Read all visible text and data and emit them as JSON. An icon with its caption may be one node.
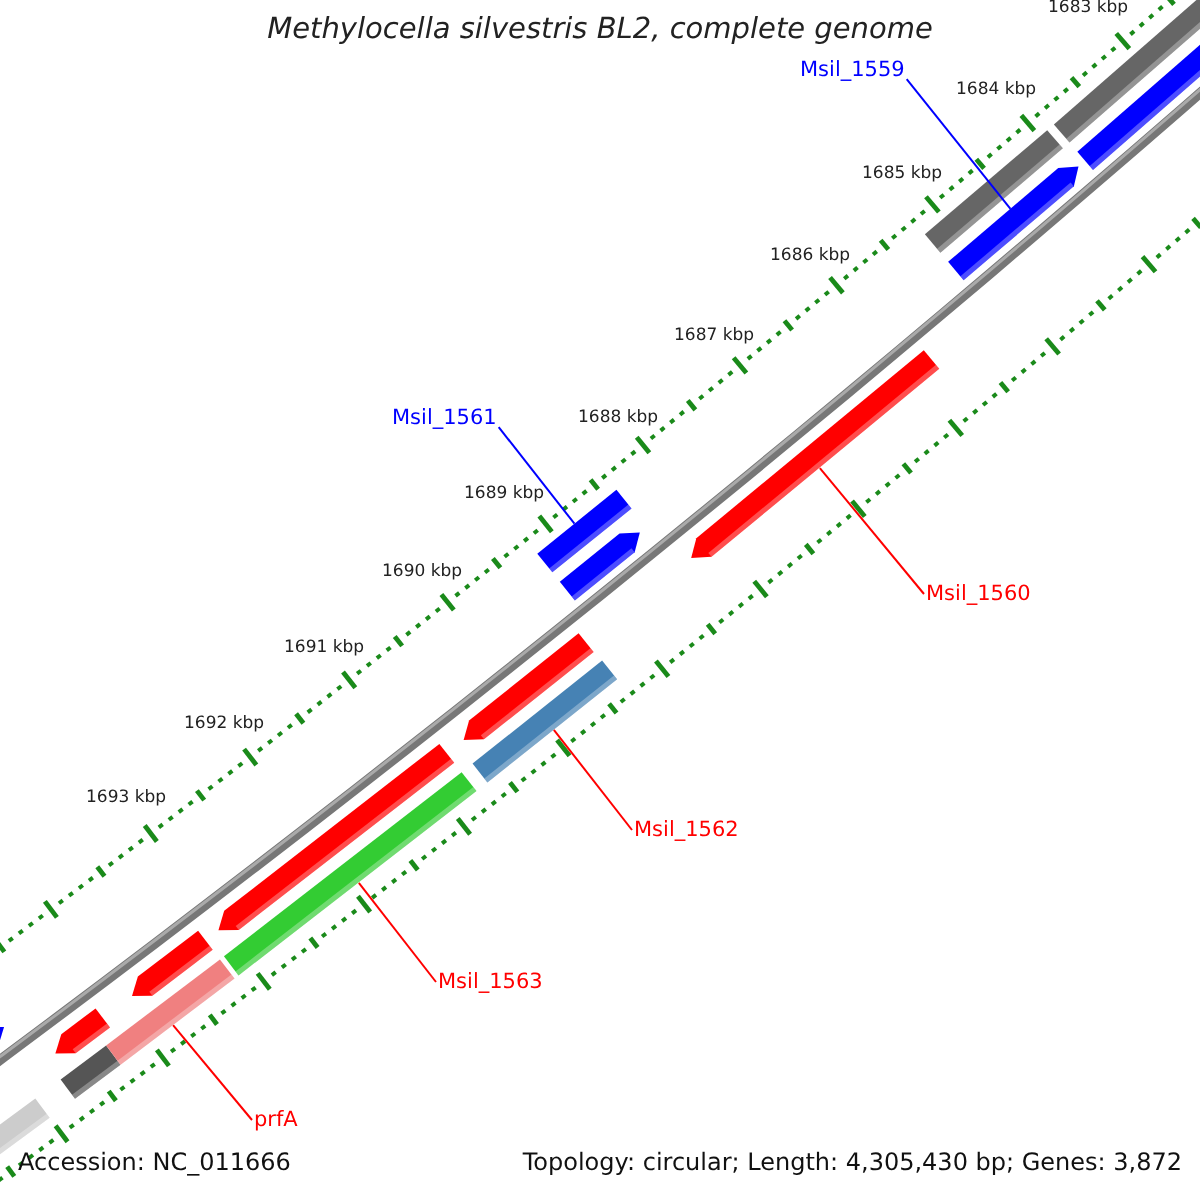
{
  "diagram": {
    "title": "Methylocella silvestris BL2, complete genome",
    "nodes": [
      {
        "text": [
          "Msil_1559"
        ]
      },
      {
        "text": [],
        "shape": "bar"
      },
      {
        "text": [
          "Msil_1561"
        ]
      },
      {
        "text": [],
        "shape": "bar"
      },
      {
        "text": [
          "Msil_1560"
        ]
      },
      {
        "text": [],
        "shape": "bar"
      },
      {
        "text": [
          "Msil_1562"
        ]
      },
      {
        "text": [],
        "shape": "bar"
      },
      {
        "text": [
          "Msil_1563"
        ]
      },
      {
        "text": [],
        "shape": "bar"
      },
      {
        "text": [
          "prfA"
        ]
      },
      {
        "text": [],
        "shape": "bar"
      }
    ],
    "edges": [
      {
        "from": 0,
        "to": 1,
        "arrow": "none",
        "color": "#0000ff"
      },
      {
        "from": 2,
        "to": 3,
        "arrow": "none",
        "color": "#0000ff"
      },
      {
        "from": 4,
        "to": 5,
        "arrow": "none"
      },
      {
        "from": 6,
        "to": 7,
        "arrow": "none"
      },
      {
        "from": 8,
        "to": 9,
        "arrow": "none"
      },
      {
        "from": 10,
        "to": 11,
        "arrow": "none"
      }
    ],
    "labels": [
      "1683 kbp",
      "1684 kbp",
      "1685 kbp",
      "1686 kbp",
      "1687 kbp",
      "1688 kbp",
      "1689 kbp",
      "1690 kbp",
      "1691 kbp",
      "1692 kbp",
      "1693 kbp",
      "Accession: NC_011666",
      "Topology: circular; Length: 4,305,430 bp; Genes: 3,872"
    ]
  }
}
